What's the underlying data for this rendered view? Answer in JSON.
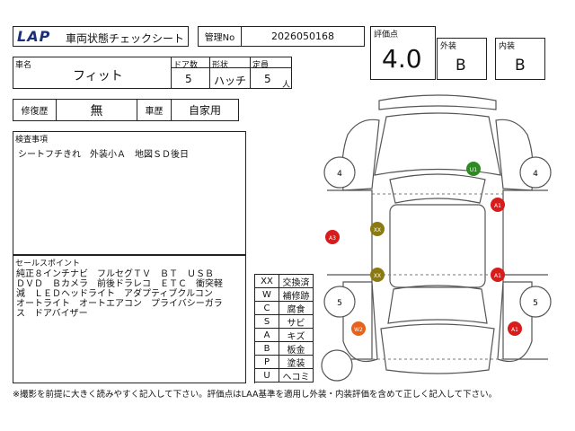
{
  "header": {
    "logo": "LAP",
    "title": "車両状態チェックシート",
    "mgmt_label": "管理No",
    "mgmt_no": "2026050168"
  },
  "rating": {
    "score_label": "評価点",
    "score": "4.0",
    "exterior_label": "外装",
    "exterior": "B",
    "interior_label": "内装",
    "interior": "B"
  },
  "vehicle": {
    "name_label": "車名",
    "name": "フィット",
    "doors_label": "ドア数",
    "doors": "5",
    "body_label": "形状",
    "body": "ハッチ",
    "capacity_label": "定員",
    "capacity": "5",
    "capacity_unit": "人"
  },
  "history": {
    "repair_label": "修復歴",
    "repair": "無",
    "usage_label": "車歴",
    "usage": "自家用"
  },
  "inspection": {
    "label": "検査事項",
    "text": "シートフチきれ　外装小Ａ　地図ＳＤ後日"
  },
  "sales": {
    "label": "セールスポイント",
    "lines": [
      "純正８インチナビ　フルセグＴＶ　ＢＴ　ＵＳＢ",
      "ＤＶＤ　Ｂカメラ　前後ドラレコ　ＥＴＣ　衝突軽",
      "減　ＬＥＤヘッドライト　アダプティブクルコン",
      "オートライト　オートエアコン　プライバシーガラ",
      "ス　ドアバイザー"
    ]
  },
  "legend": [
    {
      "code": "XX",
      "meaning": "交換済"
    },
    {
      "code": "W",
      "meaning": "補修跡"
    },
    {
      "code": "C",
      "meaning": "腐食"
    },
    {
      "code": "S",
      "meaning": "サビ"
    },
    {
      "code": "A",
      "meaning": "キズ"
    },
    {
      "code": "B",
      "meaning": "板金"
    },
    {
      "code": "P",
      "meaning": "塗装"
    },
    {
      "code": "U",
      "meaning": "ヘコミ"
    }
  ],
  "diagram_marks": {
    "tire_fl": "4",
    "tire_fr": "4",
    "tire_rl": "5",
    "tire_rr": "5",
    "mark_u1": "U1",
    "mark_a1_front": "A1",
    "mark_a3": "A3",
    "mark_xx_front": "XX",
    "mark_xx_rear": "XX",
    "mark_a1_side": "A1",
    "mark_w2": "W2",
    "mark_a1_rear": "A1"
  },
  "colors": {
    "green": "#2e8b22",
    "red": "#d81b1b",
    "olive": "#8a7a10",
    "orange": "#e8621a"
  },
  "footer": "※撮影を前提に大きく読みやすく記入して下さい。評価点はLAA基準を適用し外装・内装評価を含めて正しく記入して下さい。"
}
